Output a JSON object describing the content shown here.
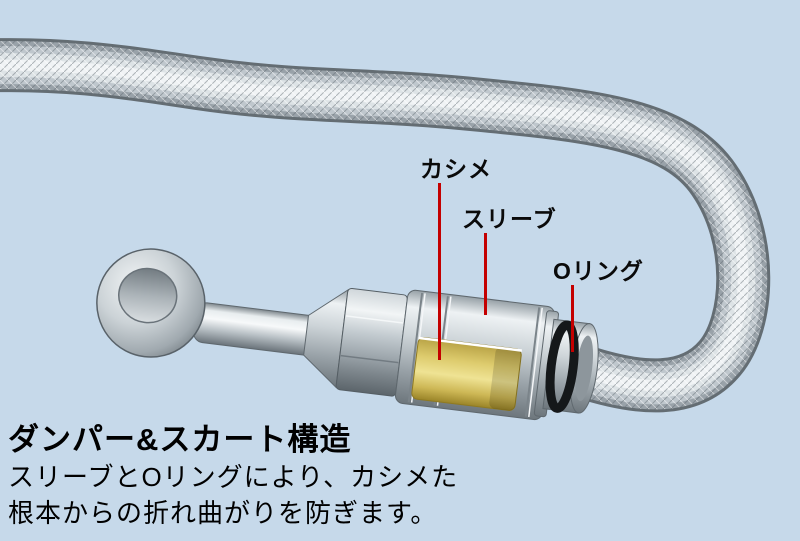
{
  "illustration": {
    "callouts": {
      "kashime": {
        "label": "カシメ"
      },
      "sleeve": {
        "label": "スリーブ"
      },
      "oring": {
        "label": "Oリング"
      }
    }
  },
  "caption": {
    "title": "ダンパー&スカート構造",
    "line1": "スリーブとOリングにより、カシメた",
    "line2": "根本からの折れ曲がりを防ぎます。"
  },
  "colors": {
    "background": "#c6d9ea",
    "leader_line": "#c40000",
    "hose_silver": "#c3cbd1",
    "inner_hose_gold": "#e9dc8c",
    "o_ring_black": "#15181a"
  }
}
